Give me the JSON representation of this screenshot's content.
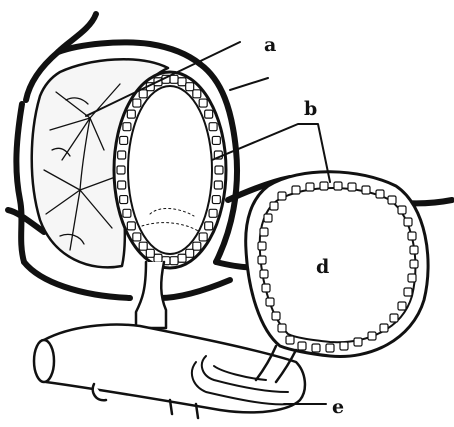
{
  "labels": {
    "a": "a",
    "b": "b",
    "d": "d",
    "e": "e"
  },
  "colors": {
    "ink": "#111111",
    "paper": "#ffffff",
    "tissue": "#f6f6f6"
  }
}
